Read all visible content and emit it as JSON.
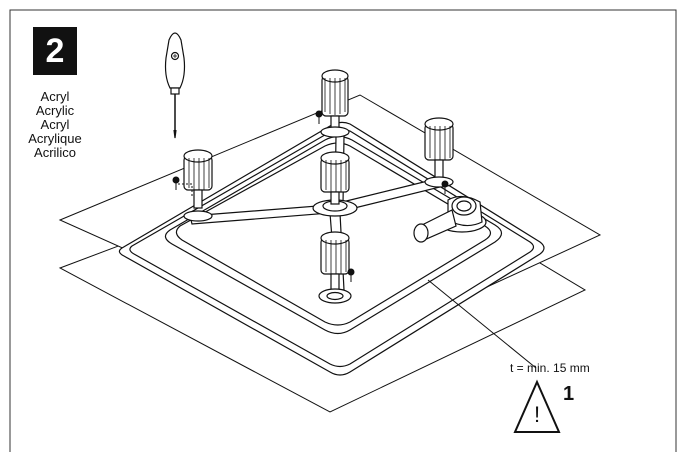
{
  "step": {
    "number": "2"
  },
  "materials": [
    "Acryl",
    "Acrylic",
    "Acryl",
    "Acrylique",
    "Acrilico"
  ],
  "dimension": {
    "label": "t = min. 15 mm"
  },
  "warning": {
    "number": "1",
    "symbol": "!"
  },
  "colors": {
    "line": "#111111",
    "badge": "#111111",
    "background": "#ffffff"
  }
}
